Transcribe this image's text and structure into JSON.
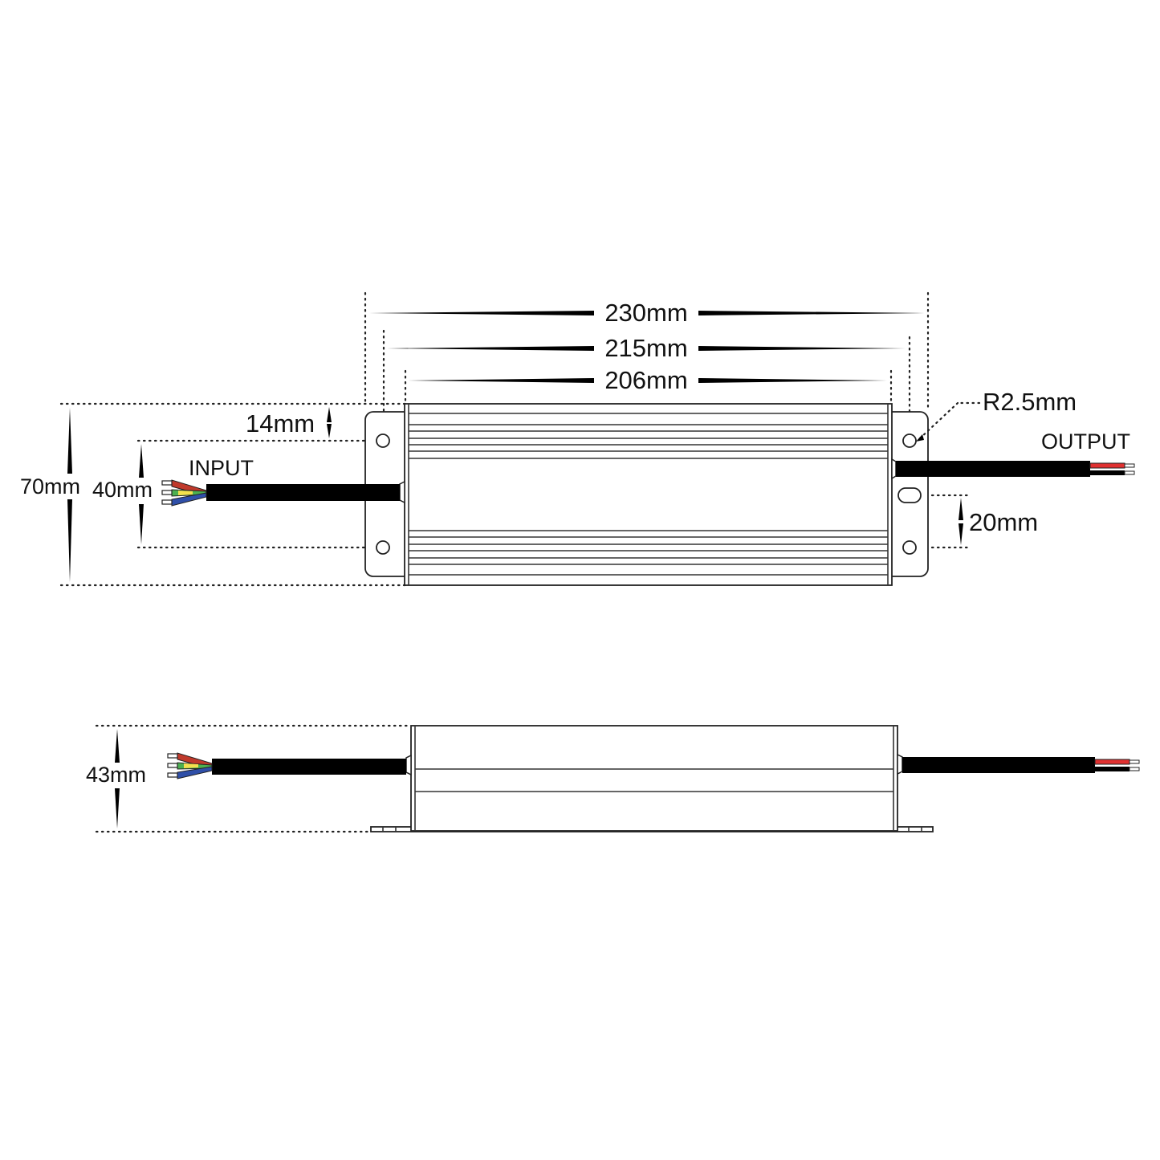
{
  "drawing": {
    "subject": "LED driver enclosure dimensional drawing",
    "top_view": {
      "dimensions": {
        "overall_length": "230mm",
        "mounting_hole_pitch": "215mm",
        "body_length": "206mm",
        "overall_width": "70mm",
        "hole_spacing_vertical": "40mm",
        "flange_to_hole_offset": "14mm",
        "slot_to_hole_offset": "20mm",
        "hole_radius": "R2.5mm"
      },
      "labels": {
        "input": "INPUT",
        "output": "OUTPUT"
      }
    },
    "side_view": {
      "dimensions": {
        "height": "43mm"
      }
    },
    "colors": {
      "outline": "#222222",
      "cable": "#000000",
      "wire_live": "#c0392b",
      "wire_earth_green": "#4caf50",
      "wire_earth_yellow": "#f4e04d",
      "wire_neutral": "#2f4fa8",
      "wire_output_positive": "#e03030",
      "wire_output_negative": "#000000"
    }
  }
}
